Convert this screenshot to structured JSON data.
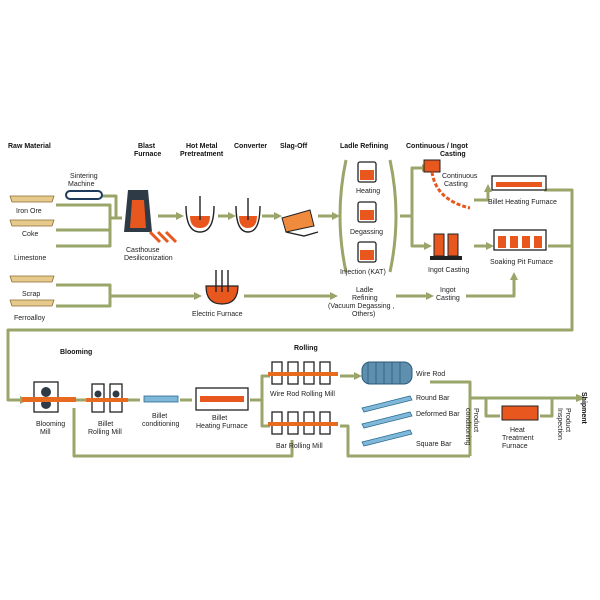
{
  "headers": {
    "raw_material": "Raw Material",
    "blast_furnace": [
      "Blast",
      "Furnace"
    ],
    "hot_metal_pretreatment": [
      "Hot Metal",
      "Pretreatment"
    ],
    "converter": "Converter",
    "slag_off": "Slag-Off",
    "ladle_refining": "Ladle Refining",
    "continuous_ingot_casting": [
      "Continuous / Ingot",
      "Casting"
    ],
    "blooming": "Blooming",
    "rolling": "Rolling",
    "shipment": "Shipment"
  },
  "raw_materials": {
    "iron_ore": "Iron Ore",
    "coke": "Coke",
    "limestone": "Limestone",
    "scrap": "Scrap",
    "ferroalloy": "Ferroalloy"
  },
  "labels": {
    "sintering_machine": [
      "Sintering",
      "Machine"
    ],
    "casthouse_desiliconization": [
      "Casthouse",
      "Desiliconization"
    ],
    "heating": "Heating",
    "degassing": "Degassing",
    "injection": "Injection (KAT)",
    "continuous_casting": [
      "Continuous",
      "Casting"
    ],
    "billet_heating_furnace_top": "Billet Heating Furnace",
    "ingot_casting_top": "Ingot Casting",
    "soaking_pit_furnace": "Soaking Pit Furnace",
    "electric_furnace": "Electric Furnace",
    "ladle_refining_low": [
      "Ladle",
      "Refining",
      "(Vacuum Degassing ,",
      "Others)"
    ],
    "ingot_casting_low": [
      "Ingot",
      "Casting"
    ],
    "blooming_mill": [
      "Blooming",
      "Mill"
    ],
    "billet_rolling_mill": [
      "Billet",
      "Rolling Mill"
    ],
    "billet_conditioning": [
      "Billet",
      "conditioning"
    ],
    "billet_heating_furnace_low": [
      "Billet",
      "Heating Furnace"
    ],
    "wire_rod_rolling_mill": "Wire Rod Rolling Mill",
    "bar_rolling_mill": "Bar Rolling Mill",
    "wire_rod": "Wire Rod",
    "round_bar": "Round Bar",
    "deformed_bar": "Deformed Bar",
    "square_bar": "Square Bar",
    "product_conditioning": [
      "Product",
      "conditioning"
    ],
    "heat_treatment_furnace": [
      "Heat",
      "Treatment",
      "Furnace"
    ],
    "product_inspection": [
      "Product",
      "Inspection"
    ]
  },
  "colors": {
    "pipe": "#9aa56a",
    "molten": "#e8571e",
    "material_tan": "#e7c98b",
    "product_blue": "#7fb8d8"
  }
}
